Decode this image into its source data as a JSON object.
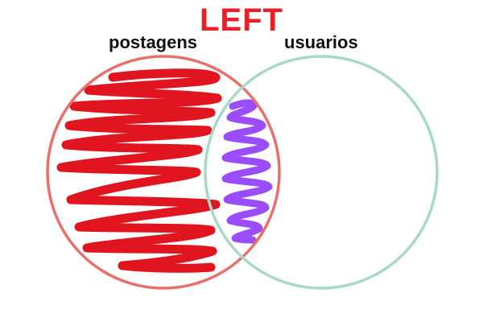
{
  "diagram": {
    "type": "venn",
    "title": "LEFT",
    "sets": [
      {
        "label": "postagens",
        "outline_color": "#e8706a",
        "fill_color": "#e0151f",
        "highlighted": true
      },
      {
        "label": "usuarios",
        "outline_color": "#a8d8c8",
        "highlighted": false
      }
    ],
    "intersection": {
      "fill_color": "#9a4dff",
      "highlighted": true
    },
    "highlight_style": "scribble"
  }
}
